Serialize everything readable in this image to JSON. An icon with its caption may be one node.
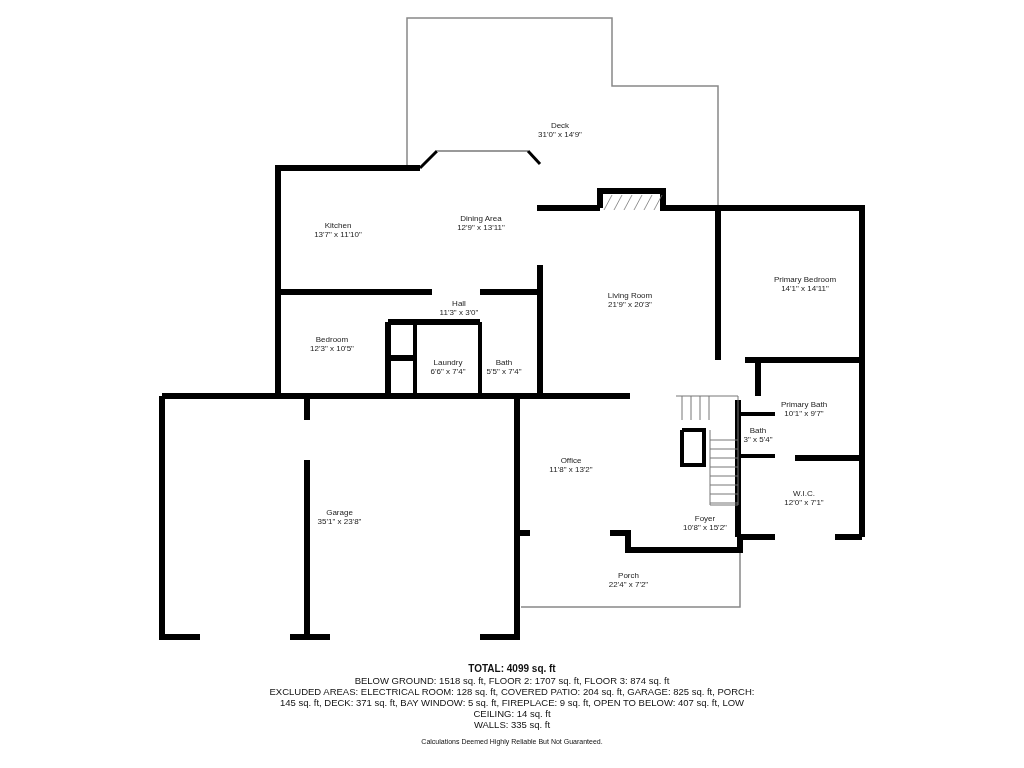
{
  "diagram": {
    "nodes": [
      {
        "text": [
          "Deck",
          "31'0\" x 14'9\""
        ]
      },
      {
        "text": [
          "Kitchen",
          "13'7\" x 11'10\""
        ]
      },
      {
        "text": [
          "Dining Area",
          "12'9\" x 13'11\""
        ]
      },
      {
        "text": [
          "Hall",
          "11'3\" x 3'0\""
        ]
      },
      {
        "text": [
          "Bedroom",
          "12'3\" x 10'5\""
        ]
      },
      {
        "text": [
          "Laundry",
          "6'6\" x 7'4\""
        ]
      },
      {
        "text": [
          "Bath",
          "5'5\" x 7'4\""
        ]
      },
      {
        "text": [
          "Living Room",
          "21'9\" x 20'3\""
        ]
      },
      {
        "text": [
          "Primary Bedroom",
          "14'1\" x 14'11\""
        ]
      },
      {
        "text": [
          "Primary Bath",
          "10'1\" x 9'7\""
        ]
      },
      {
        "text": [
          "Bath",
          "3\" x 5'4\""
        ]
      },
      {
        "text": [
          "W.I.C.",
          "12'0\" x 7'1\""
        ]
      },
      {
        "text": [
          "Garage",
          "35'1\" x 23'8\""
        ]
      },
      {
        "text": [
          "Office",
          "11'8\" x 13'2\""
        ]
      },
      {
        "text": [
          "Foyer",
          "10'8\" x 15'2\""
        ]
      },
      {
        "text": [
          "Porch",
          "22'4\" x 7'2\""
        ]
      }
    ],
    "labels": [
      "TOTAL: 4099 sq. ft",
      "BELOW GROUND: 1518 sq. ft, FLOOR 2: 1707 sq. ft, FLOOR 3: 874 sq. ft",
      "EXCLUDED AREAS: ELECTRICAL ROOM: 128 sq. ft, COVERED PATIO: 204 sq. ft, GARAGE: 825 sq. ft, PORCH: 145 sq. ft, DECK: 371 sq. ft, BAY WINDOW: 5 sq. ft, FIREPLACE: 9 sq. ft, OPEN TO BELOW: 407 sq. ft, LOW CEILING: 14 sq. ft",
      "WALLS: 335 sq. ft",
      "Calculations Deemed Highly Reliable But Not Guaranteed."
    ]
  }
}
